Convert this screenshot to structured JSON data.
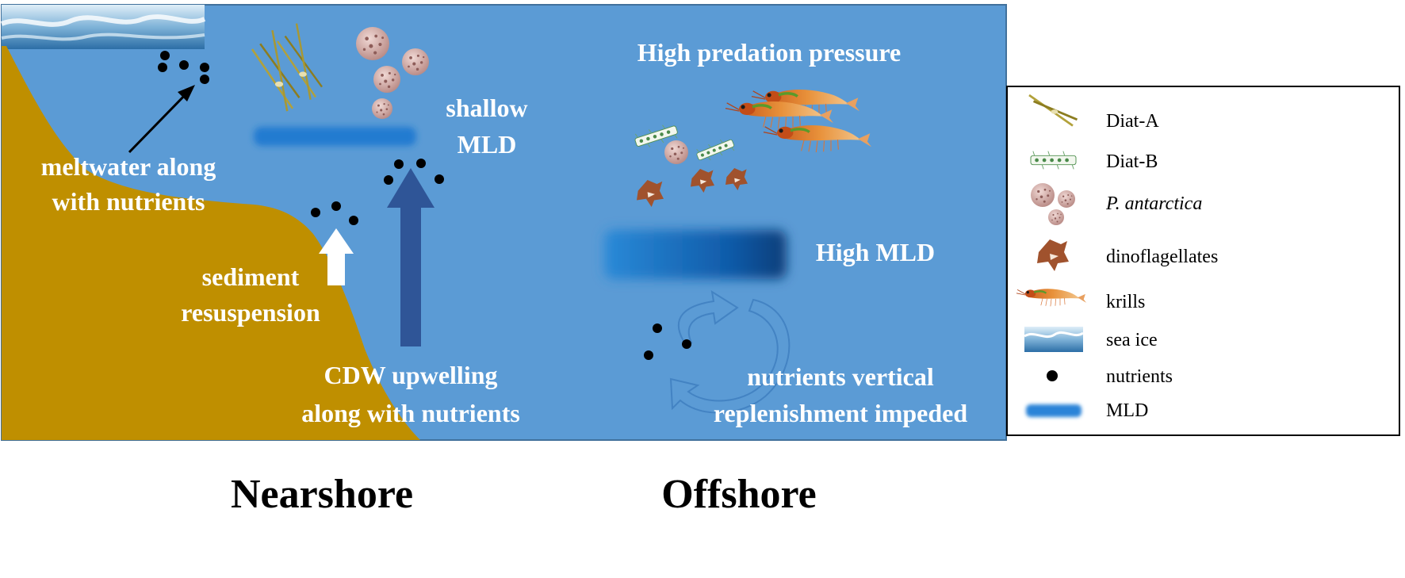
{
  "colors": {
    "ocean": "#5b9bd5",
    "seabed": "#bf8f00",
    "arrow_dark": "#2f5597",
    "text_white": "#ffffff",
    "nutrient": "#000000",
    "krill": "#e07a2a",
    "dinoflagellate": "#a0522d",
    "pantarctica": "#c8a09a",
    "diatom_a": "#9a8a2a",
    "diatom_b": "#6aa36a",
    "mld": "#1f6fc0"
  },
  "labels": {
    "meltwater_1": "meltwater along",
    "meltwater_2": "with nutrients",
    "shallow_1": "shallow",
    "shallow_2": "MLD",
    "sediment_1": "sediment",
    "sediment_2": "resuspension",
    "cdw_1": "CDW upwelling",
    "cdw_2": "along with nutrients",
    "predation": "High predation pressure",
    "high_mld": "High MLD",
    "replenish_1": "nutrients vertical",
    "replenish_2": "replenishment impeded"
  },
  "regions": {
    "nearshore": "Nearshore",
    "offshore": "Offshore"
  },
  "legend": {
    "items": [
      {
        "icon": "diatom-a-icon",
        "label": "Diat-A"
      },
      {
        "icon": "diatom-b-icon",
        "label": "Diat-B"
      },
      {
        "icon": "phaeocystis-icon",
        "label": "P. antarctica"
      },
      {
        "icon": "dinoflagellate-icon",
        "label": "dinoflagellates"
      },
      {
        "icon": "krill-icon",
        "label": "krills"
      },
      {
        "icon": "sea-ice-icon",
        "label": "sea ice"
      },
      {
        "icon": "nutrient-dot-icon",
        "label": "nutrients"
      },
      {
        "icon": "mld-bar-icon",
        "label": "MLD"
      }
    ]
  }
}
